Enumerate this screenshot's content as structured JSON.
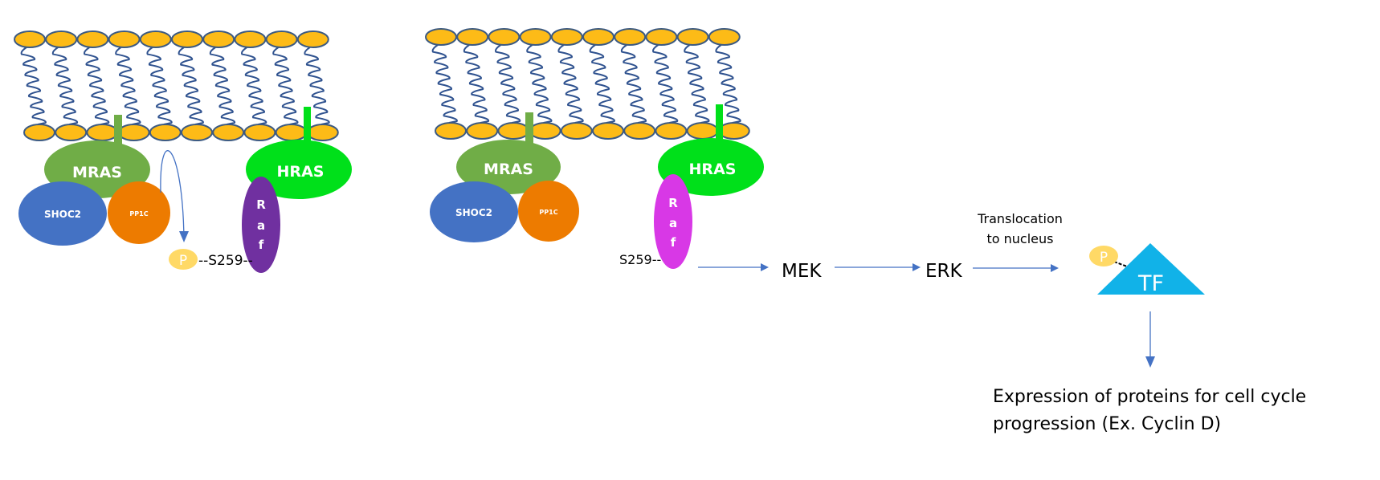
{
  "colors": {
    "lipid_head": "#fdbb17",
    "lipid_outline": "#3c5a82",
    "lipid_tail": "#2f528f",
    "mras": "#70ad47",
    "hras": "#00e01a",
    "shoc2": "#4472c4",
    "pp1c": "#ed7b00",
    "raf_inactive": "#7030a0",
    "raf_active": "#d838e6",
    "phosphate": "#ffd966",
    "tf": "#11b2e8",
    "arrow": "#4472c4",
    "text": "#000000"
  },
  "left_panel": {
    "mras": "MRAS",
    "hras": "HRAS",
    "shoc2": "SHOC2",
    "pp1c": "PP1C",
    "raf": [
      "R",
      "a",
      "f"
    ],
    "phosphate": "P",
    "site": "--S259--"
  },
  "right_panel": {
    "mras": "MRAS",
    "hras": "HRAS",
    "shoc2": "SHOC2",
    "pp1c": "PP1C",
    "raf": [
      "R",
      "a",
      "f"
    ],
    "site": "S259--"
  },
  "pathway": {
    "mek": "MEK",
    "erk": "ERK",
    "translocation_line1": "Translocation",
    "translocation_line2": "to nucleus",
    "tf": "TF",
    "tf_phosphate": "P",
    "outcome_line1": "Expression of proteins for cell cycle",
    "outcome_line2": "progression (Ex. Cyclin D)"
  }
}
